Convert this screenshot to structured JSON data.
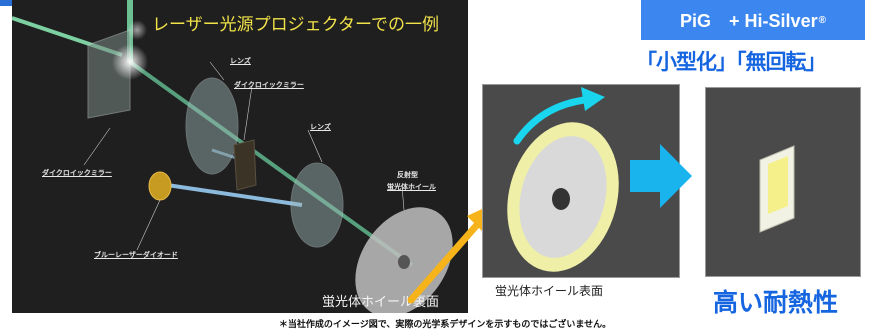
{
  "diagram": {
    "title": "レーザー光源プロジェクターでの一例",
    "labels": {
      "lens_top": "レンズ",
      "dichroic_top": "ダイクロイックミラー",
      "lens_mid": "レンズ",
      "reflective_wheel_line1": "反射型",
      "reflective_wheel_line2": "蛍光体ホイール",
      "dichroic_left": "ダイクロイックミラー",
      "blue_laser_diode": "ブルーレーザーダイオード"
    },
    "back_caption": "蛍光体ホイール裏面"
  },
  "front": {
    "caption": "蛍光体ホイール表面"
  },
  "pig": {
    "badge_text": "PiG　+ Hi-Silver",
    "badge_reg": "®",
    "feature_text": "「小型化」「無回転」",
    "heat_text": "高い耐熱性"
  },
  "footnote": "＊当社作成のイメージ図で、実際の光学系デザインを示すものではございません。",
  "colors": {
    "badge_blue": "#3c86f0",
    "text_blue": "#1565e0",
    "title_yellow": "#f2e34a",
    "arrow_cyan": "#19b4ee",
    "arrow_orange": "#f6b41a"
  }
}
